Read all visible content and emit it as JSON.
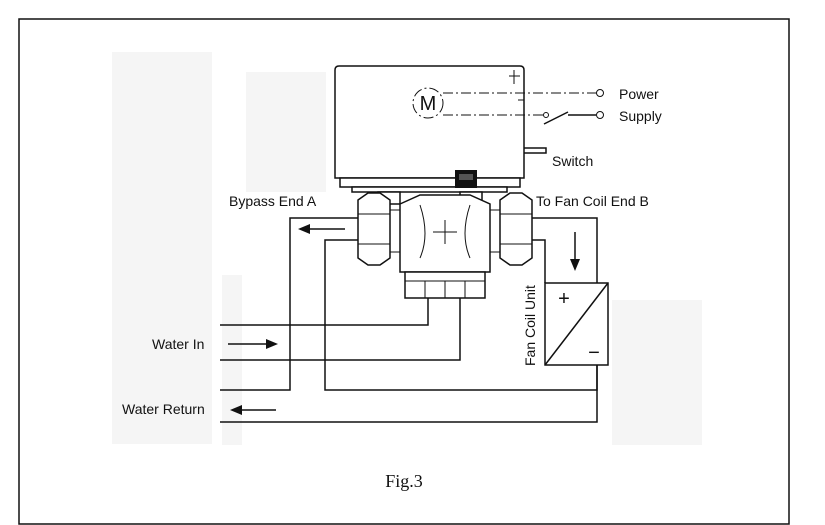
{
  "labels": {
    "motor": "M",
    "power": "Power",
    "supply": "Supply",
    "switch": "Switch",
    "bypass": "Bypass End A",
    "fan_coil_end": "To Fan Coil End B",
    "water_in": "Water In",
    "water_return": "Water Return",
    "fan_coil_unit": "Fan Coil Unit",
    "plus": "+",
    "minus": "−",
    "caption": "Fig.3"
  }
}
